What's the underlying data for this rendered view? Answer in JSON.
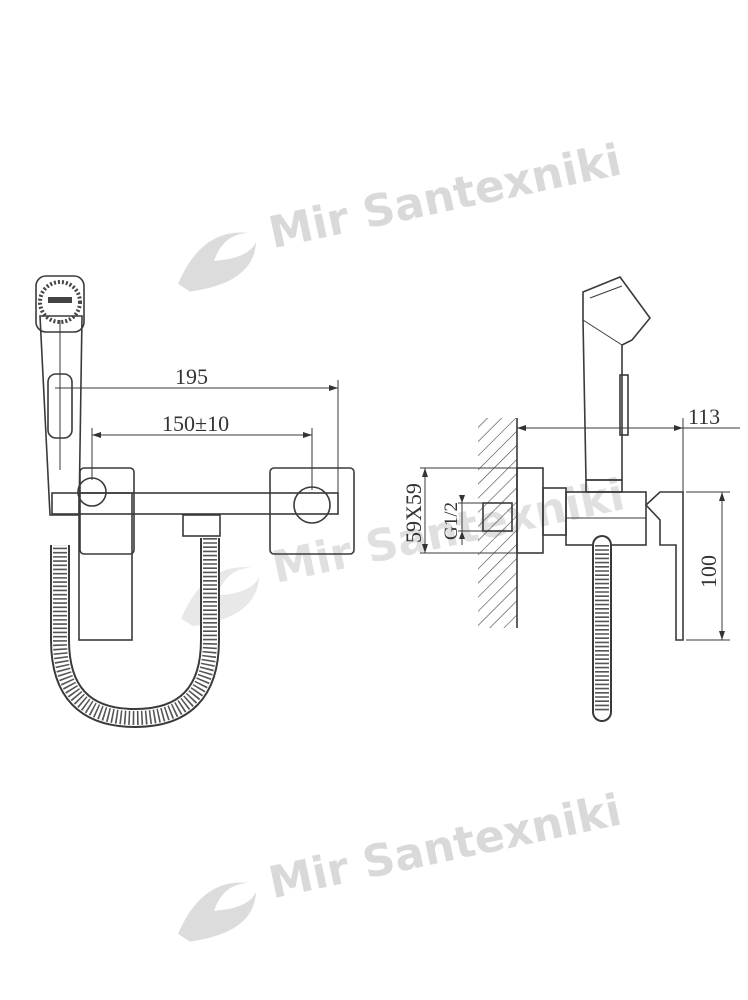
{
  "watermark": {
    "text": "Mir Santexniki",
    "color": "#d9d9d9"
  },
  "front_view": {
    "dimensions": {
      "overall_width": "195",
      "center_distance": "150±10"
    }
  },
  "side_view": {
    "dimensions": {
      "projection": "113",
      "height": "100",
      "flange": "59X59",
      "thread": "G1/2"
    }
  },
  "colors": {
    "line": "#3a3a3a",
    "background": "#ffffff"
  }
}
